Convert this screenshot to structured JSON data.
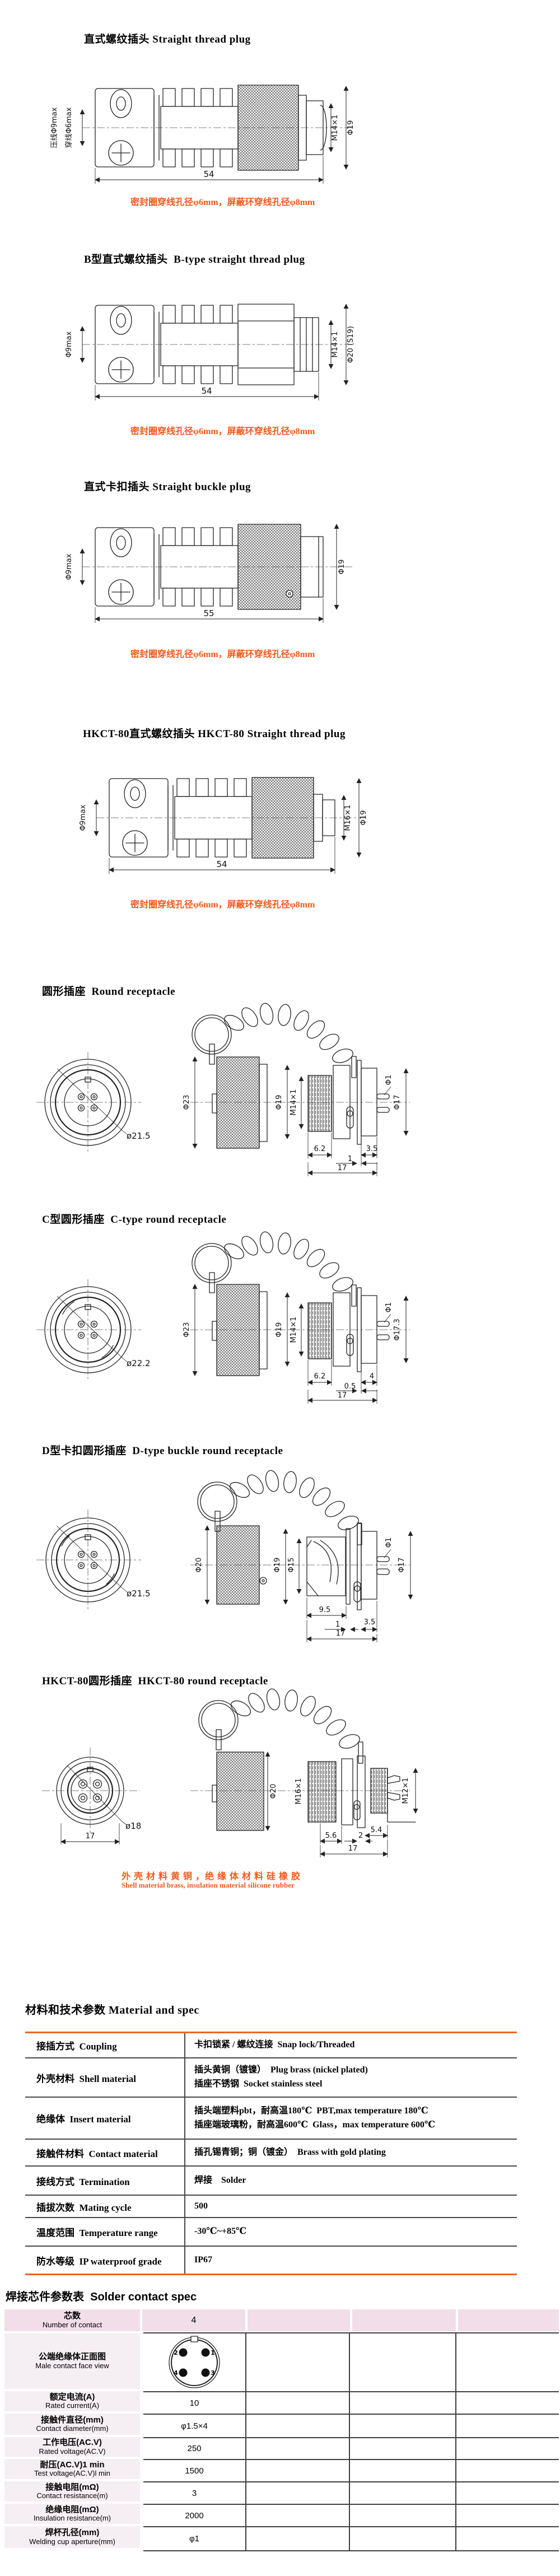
{
  "notes": {
    "seal": "密封圈穿线孔径φ6mm，屏蔽环穿线孔径φ8mm"
  },
  "sections": {
    "s1": {
      "title": "直式螺纹插头 Straight thread plug",
      "left_top": "压线Φ9max",
      "left_bottom": "穿线Φ6max",
      "thread": "M14×1",
      "diameter": "Φ19",
      "length": "54"
    },
    "s2": {
      "title": "B型直式螺纹插头  B-type straight thread plug",
      "left": "Φ9max",
      "thread": "M14×1",
      "diameter": "Φ20 (S19)",
      "length": "54"
    },
    "s3": {
      "title": "直式卡扣插头 Straight buckle plug",
      "left": "Φ9max",
      "diameter": "Φ19",
      "length": "55"
    },
    "s4": {
      "title": "HKCT-80直式螺纹插头 HKCT-80 Straight thread plug",
      "left": "Φ9max",
      "thread": "M16×1",
      "diameter": "Φ19",
      "length": "54"
    },
    "s5": {
      "title": "圆形插座  Round receptacle",
      "front": "ø21.5",
      "cap": "Φ23",
      "body": "Φ19",
      "thread": "M14×1",
      "pin": "Φ1",
      "back": "Φ17",
      "d1": "6.2",
      "d2": "1",
      "d3": "3.5",
      "total": "17"
    },
    "s6": {
      "title": "C型圆形插座  C-type round receptacle",
      "front": "ø22.2",
      "cap": "Φ23",
      "body": "Φ19",
      "thread": "M14×1",
      "pin": "Φ1",
      "back": "Φ17.3",
      "d1": "6.2",
      "d2": "0.5",
      "d3": "4",
      "total": "17"
    },
    "s7": {
      "title": "D型卡扣圆形插座  D-type buckle round receptacle",
      "front": "ø21.5",
      "cap": "Φ20",
      "body": "Φ19",
      "inner": "Φ15",
      "pin": "Φ1",
      "back": "Φ17",
      "d1": "9.5",
      "d2": "1",
      "d3": "3.5",
      "total": "17"
    },
    "s8": {
      "title": "HKCT-80圆形插座  HKCT-80 round receptacle",
      "front": "ø18",
      "front_width": "17",
      "cap": "Φ20",
      "front_thread": "M16×1",
      "rear_thread": "M12×1",
      "d1": "5.6",
      "d2": "2",
      "d3": "5.4",
      "total": "17",
      "note_cn": "外 壳 材 料 黄 铜 ，绝 缘 体 材 料 硅 橡 胶",
      "note_en": "Shell material brass, insulation material silicone rubber"
    }
  },
  "material_table": {
    "title": "材料和技术参数 Material and spec",
    "rows": [
      {
        "label": "接插方式  Coupling",
        "v1": "卡扣锁紧 / 螺纹连接  Snap lock/Threaded",
        "v2": ""
      },
      {
        "label": "外壳材料  Shell material",
        "v1": "插头黄铜（镀镍）  Plug brass (nickel plated)",
        "v2": "插座不锈钢  Socket stainless steel"
      },
      {
        "label": "绝缘体  Insert material",
        "v1": "插头端塑料pbt，耐高温180℃  PBT,max temperature 180℃",
        "v2": "插座端玻璃粉，耐高温600℃  Glass，max temperature 600℃"
      },
      {
        "label": "接触件材料  Contact material",
        "v1": "插孔锡青铜；铜（镀金）  Brass with gold plating",
        "v2": ""
      },
      {
        "label": "接线方式  Termination",
        "v1": "焊接    Solder",
        "v2": ""
      },
      {
        "label": "插拔次数  Mating cycle",
        "v1": "500",
        "v2": ""
      },
      {
        "label": "温度范围  Temperature range",
        "v1": "-30℃~+85℃",
        "v2": ""
      },
      {
        "label": "防水等级  IP waterproof grade",
        "v1": "IP67",
        "v2": ""
      }
    ]
  },
  "solder_table": {
    "title": "焊接芯件参数表  Solder contact spec",
    "header_cn": "芯数",
    "header_en": "Number of contact",
    "header_value": "4",
    "face_cn": "公端绝缘体正面图",
    "face_en": "Male contact face view",
    "pins": {
      "p1": "1",
      "p2": "2",
      "p3": "3",
      "p4": "4"
    },
    "rows": [
      {
        "cn": "额定电流(A)",
        "en": "Rated current(A)",
        "value": "10"
      },
      {
        "cn": "接触件直径(mm)",
        "en": "Contact diameter(mm)",
        "value": "φ1.5×4"
      },
      {
        "cn": "工作电压(AC.V)",
        "en": "Rated voltage(AC.V)",
        "value": "250"
      },
      {
        "cn": "耐压(AC.V)1 min",
        "en": "Test voltage(AC.V)l min",
        "value": "1500"
      },
      {
        "cn": "接触电阻(mΩ)",
        "en": "Contact resistance(m)",
        "value": "3"
      },
      {
        "cn": "绝缘电阻(mΩ)",
        "en": "Insulation resistance(m)",
        "value": "2000"
      },
      {
        "cn": "焊杯孔径(mm)",
        "en": "Welding cup aperture(mm)",
        "value": "φ1"
      }
    ]
  }
}
